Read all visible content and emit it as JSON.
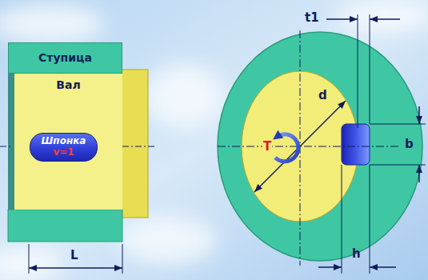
{
  "diagram": {
    "nodes": [
      {
        "text": [
          "Ступица"
        ]
      },
      {
        "text": [
          "Вал"
        ]
      },
      {
        "text": [
          "Шпонка",
          "v=1"
        ],
        "in": 1
      }
    ],
    "labels": [
      "L",
      "d",
      "T",
      "t1",
      "h",
      "b"
    ]
  }
}
